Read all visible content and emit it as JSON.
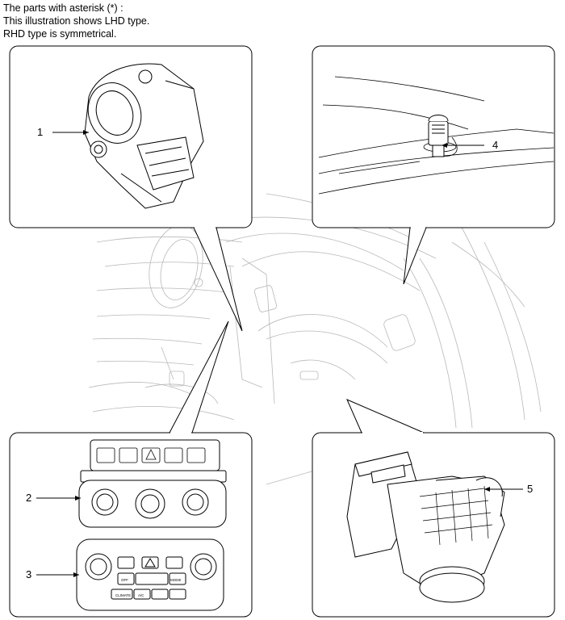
{
  "note": {
    "line1": "The parts with asterisk (*) :",
    "line2": "This illustration shows LHD type.",
    "line3": "RHD type is symmetrical."
  },
  "callouts": {
    "c1": "1",
    "c2": "2",
    "c3": "3",
    "c4": "4",
    "c5": "5"
  },
  "panel_labels": {
    "ac": "A/C",
    "climate": "CLIMATE",
    "off": "OFF",
    "mode": "MODE"
  }
}
